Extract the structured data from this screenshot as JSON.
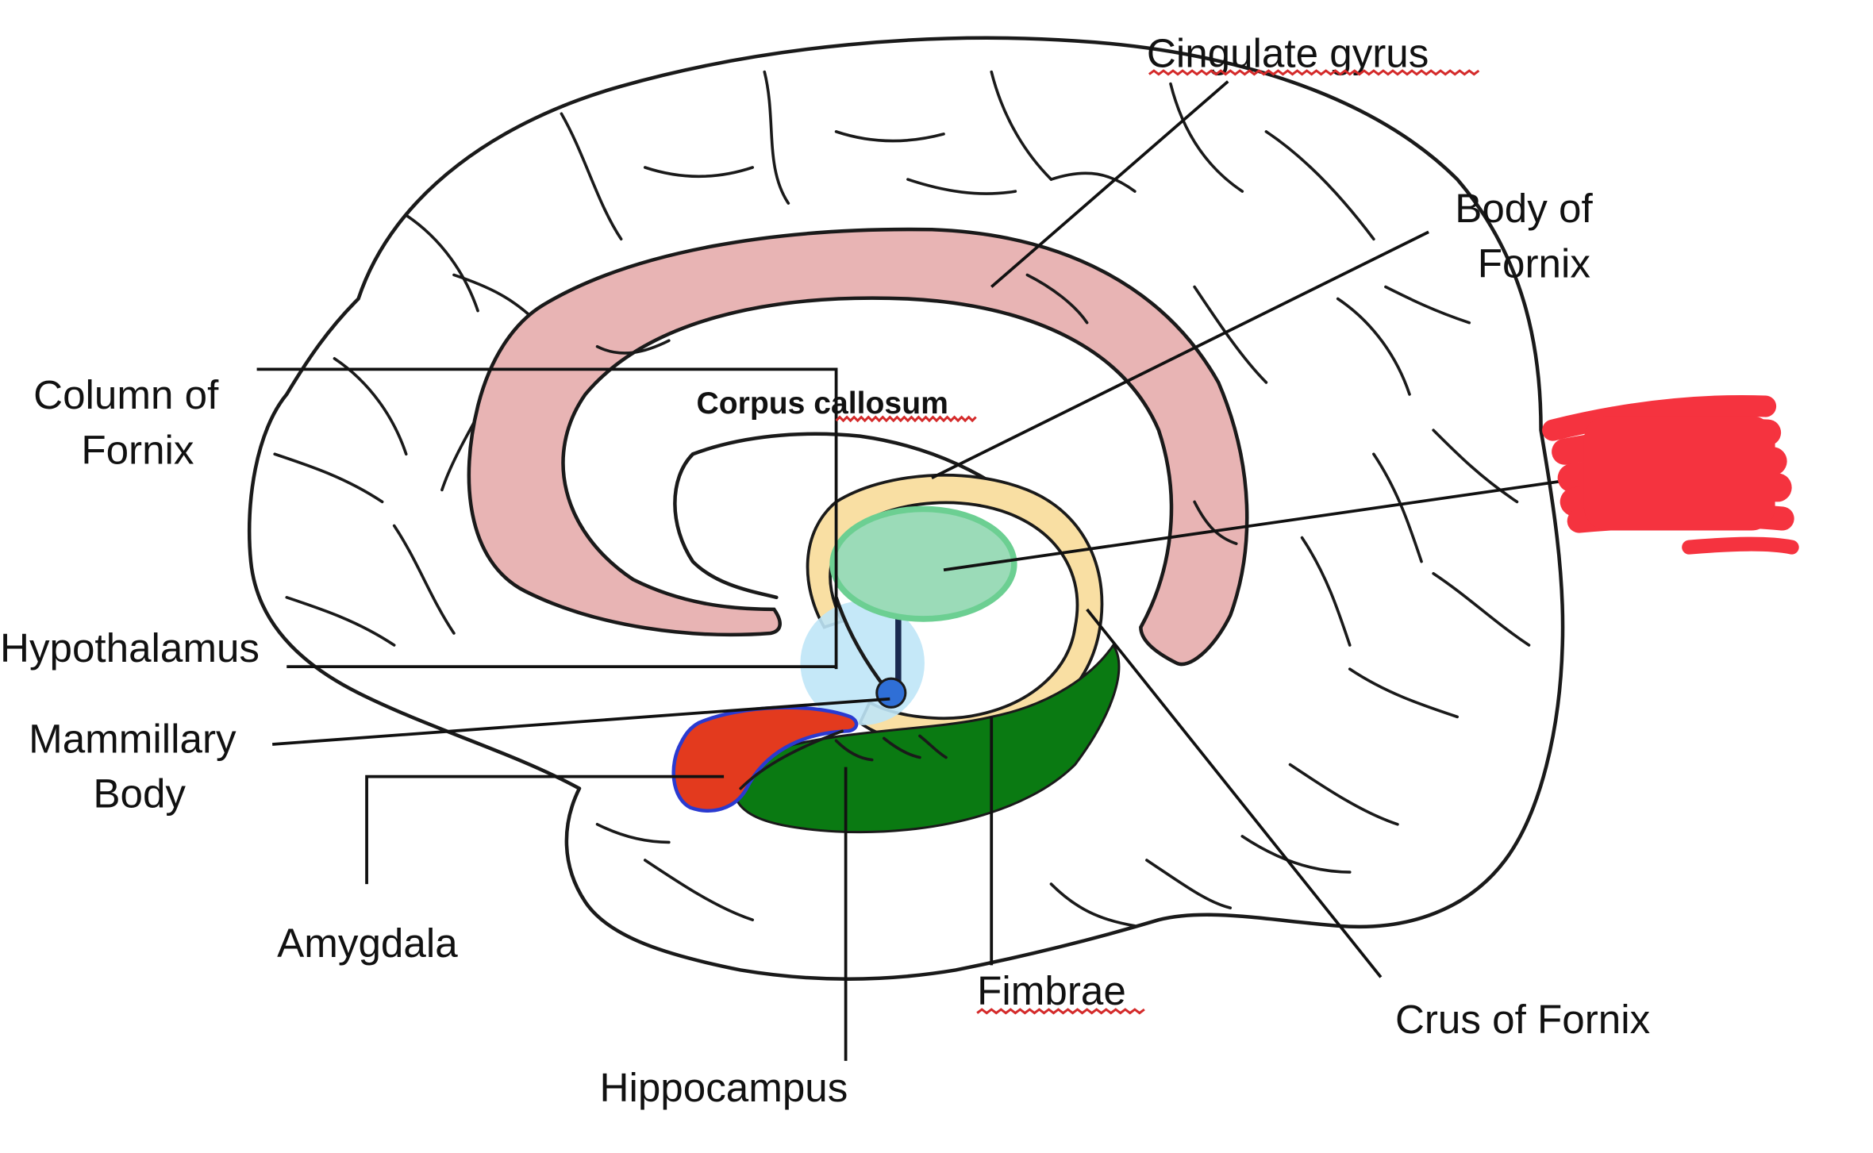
{
  "diagram": {
    "labels": {
      "cingulate_gyrus": "Cingulate gyrus",
      "body_of_fornix_line1": "Body of",
      "body_of_fornix_line2": "Fornix",
      "column_of_fornix_line1": "Column of",
      "column_of_fornix_line2": "Fornix",
      "corpus_callosum": "Corpus callosum",
      "hypothalamus": "Hypothalamus",
      "mammillary_body_line1": "Mammillary",
      "mammillary_body_line2": "Body",
      "amygdala": "Amygdala",
      "hippocampus": "Hippocampus",
      "fimbrae": "Fimbrae",
      "crus_of_fornix": "Crus of Fornix"
    },
    "colors": {
      "cingulate_gyrus": "#e8b4b4",
      "fornix": "#f9dfa3",
      "thalamus": "#9bdbb8",
      "hypothalamus": "#bfe6f7",
      "mammillary_body": "#2f6fd6",
      "amygdala": "#e33a1e",
      "amygdala_outline": "#2a3ad0",
      "hippocampus": "#0a7a12",
      "redaction": "#f5333f",
      "spellcheck_underline": "#d42a2a"
    }
  }
}
